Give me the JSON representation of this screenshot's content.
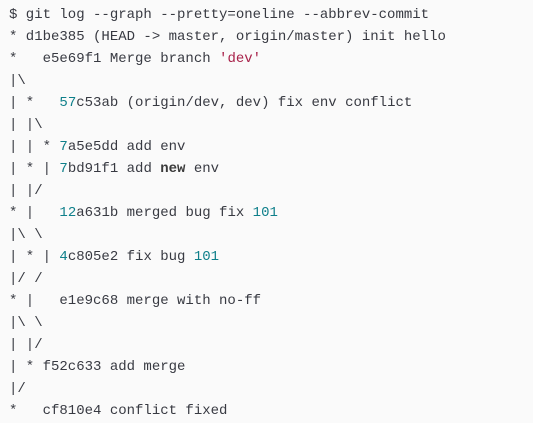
{
  "terminal": {
    "lines": [
      [
        {
          "t": "$ git log --graph --pretty=oneline --abbrev-commit",
          "c": "default"
        }
      ],
      [
        {
          "t": "* d1be385 (HEAD -> master, origin/master) init hello",
          "c": "default"
        }
      ],
      [
        {
          "t": "*   e5e69f1 Merge branch ",
          "c": "default"
        },
        {
          "t": "'dev'",
          "c": "str"
        }
      ],
      [
        {
          "t": "|\\",
          "c": "default"
        }
      ],
      [
        {
          "t": "| *   ",
          "c": "default"
        },
        {
          "t": "57",
          "c": "num"
        },
        {
          "t": "c53ab (origin/dev, dev) fix env conflict",
          "c": "default"
        }
      ],
      [
        {
          "t": "| |\\",
          "c": "default"
        }
      ],
      [
        {
          "t": "| | * ",
          "c": "default"
        },
        {
          "t": "7",
          "c": "num"
        },
        {
          "t": "a5e5dd add env",
          "c": "default"
        }
      ],
      [
        {
          "t": "| * | ",
          "c": "default"
        },
        {
          "t": "7",
          "c": "num"
        },
        {
          "t": "bd91f1 add ",
          "c": "default"
        },
        {
          "t": "new",
          "c": "kw"
        },
        {
          "t": " env",
          "c": "default"
        }
      ],
      [
        {
          "t": "| |/",
          "c": "default"
        }
      ],
      [
        {
          "t": "* |   ",
          "c": "default"
        },
        {
          "t": "12",
          "c": "num"
        },
        {
          "t": "a631b merged bug fix ",
          "c": "default"
        },
        {
          "t": "101",
          "c": "num"
        }
      ],
      [
        {
          "t": "|\\ \\",
          "c": "default"
        }
      ],
      [
        {
          "t": "| * | ",
          "c": "default"
        },
        {
          "t": "4",
          "c": "num"
        },
        {
          "t": "c805e2 fix bug ",
          "c": "default"
        },
        {
          "t": "101",
          "c": "num"
        }
      ],
      [
        {
          "t": "|/ /",
          "c": "default"
        }
      ],
      [
        {
          "t": "* |   e1e9c68 merge with no-ff",
          "c": "default"
        }
      ],
      [
        {
          "t": "|\\ \\",
          "c": "default"
        }
      ],
      [
        {
          "t": "| |/",
          "c": "default"
        }
      ],
      [
        {
          "t": "| * f52c633 add merge",
          "c": "default"
        }
      ],
      [
        {
          "t": "|/",
          "c": "default"
        }
      ],
      [
        {
          "t": "*   cf810e4 conflict fixed",
          "c": "default"
        }
      ]
    ]
  },
  "colors": {
    "background": "#fafafa",
    "text": "#383a42",
    "number": "#0e7f8a",
    "string": "#a8224a",
    "keyword": "#3a3a3a"
  }
}
